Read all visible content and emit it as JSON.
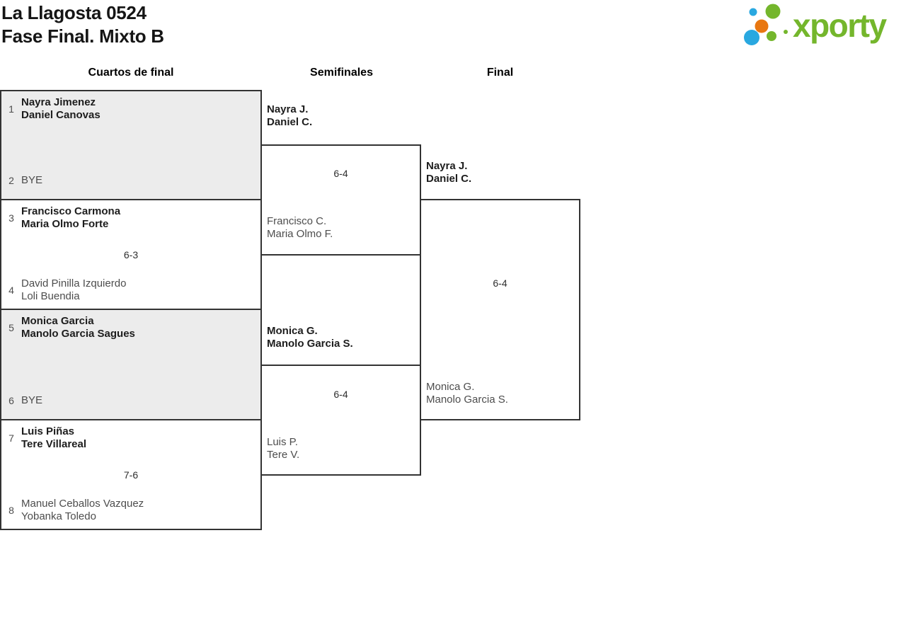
{
  "brand": {
    "logo_text": "xporty",
    "colors": {
      "green": "#74b62c",
      "blue": "#29a8e0",
      "orange": "#e87711"
    }
  },
  "header": {
    "title": "La Llagosta 0524",
    "subtitle": "Fase Final. Mixto B"
  },
  "round_labels": {
    "quarterfinals": "Cuartos de final",
    "semifinals": "Semifinales",
    "final": "Final"
  },
  "bracket": {
    "quarterfinals": [
      {
        "score": "",
        "team1": {
          "seed": "1",
          "player1": "Nayra Jimenez",
          "player2": "Daniel Canovas",
          "winner": true
        },
        "team2": {
          "seed": "2",
          "player1": "BYE",
          "winner": false
        }
      },
      {
        "score": "6-3",
        "team1": {
          "seed": "3",
          "player1": "Francisco Carmona",
          "player2": "Maria Olmo Forte",
          "winner": true
        },
        "team2": {
          "seed": "4",
          "player1": "David Pinilla Izquierdo",
          "player2": "Loli Buendia",
          "winner": false
        }
      },
      {
        "score": "",
        "team1": {
          "seed": "5",
          "player1": "Monica Garcia",
          "player2": "Manolo Garcia Sagues",
          "winner": true
        },
        "team2": {
          "seed": "6",
          "player1": "BYE",
          "winner": false
        }
      },
      {
        "score": "7-6",
        "team1": {
          "seed": "7",
          "player1": "Luis Piñas",
          "player2": "Tere Villareal",
          "winner": true
        },
        "team2": {
          "seed": "8",
          "player1": "Manuel Ceballos Vazquez",
          "player2": "Yobanka Toledo",
          "winner": false
        }
      }
    ],
    "semifinals": [
      {
        "score": "6-4",
        "team1": {
          "player1": "Nayra J.",
          "player2": "Daniel C.",
          "winner": true
        },
        "team2": {
          "player1": "Francisco C.",
          "player2": "Maria Olmo F.",
          "winner": false
        }
      },
      {
        "score": "6-4",
        "team1": {
          "player1": "Monica G.",
          "player2": "Manolo Garcia S.",
          "winner": true
        },
        "team2": {
          "player1": "Luis P.",
          "player2": "Tere V.",
          "winner": false
        }
      }
    ],
    "final": {
      "score": "6-4",
      "team1": {
        "player1": "Nayra J.",
        "player2": "Daniel C.",
        "winner": true
      },
      "team2": {
        "player1": "Monica G.",
        "player2": "Manolo Garcia S.",
        "winner": false
      }
    }
  }
}
